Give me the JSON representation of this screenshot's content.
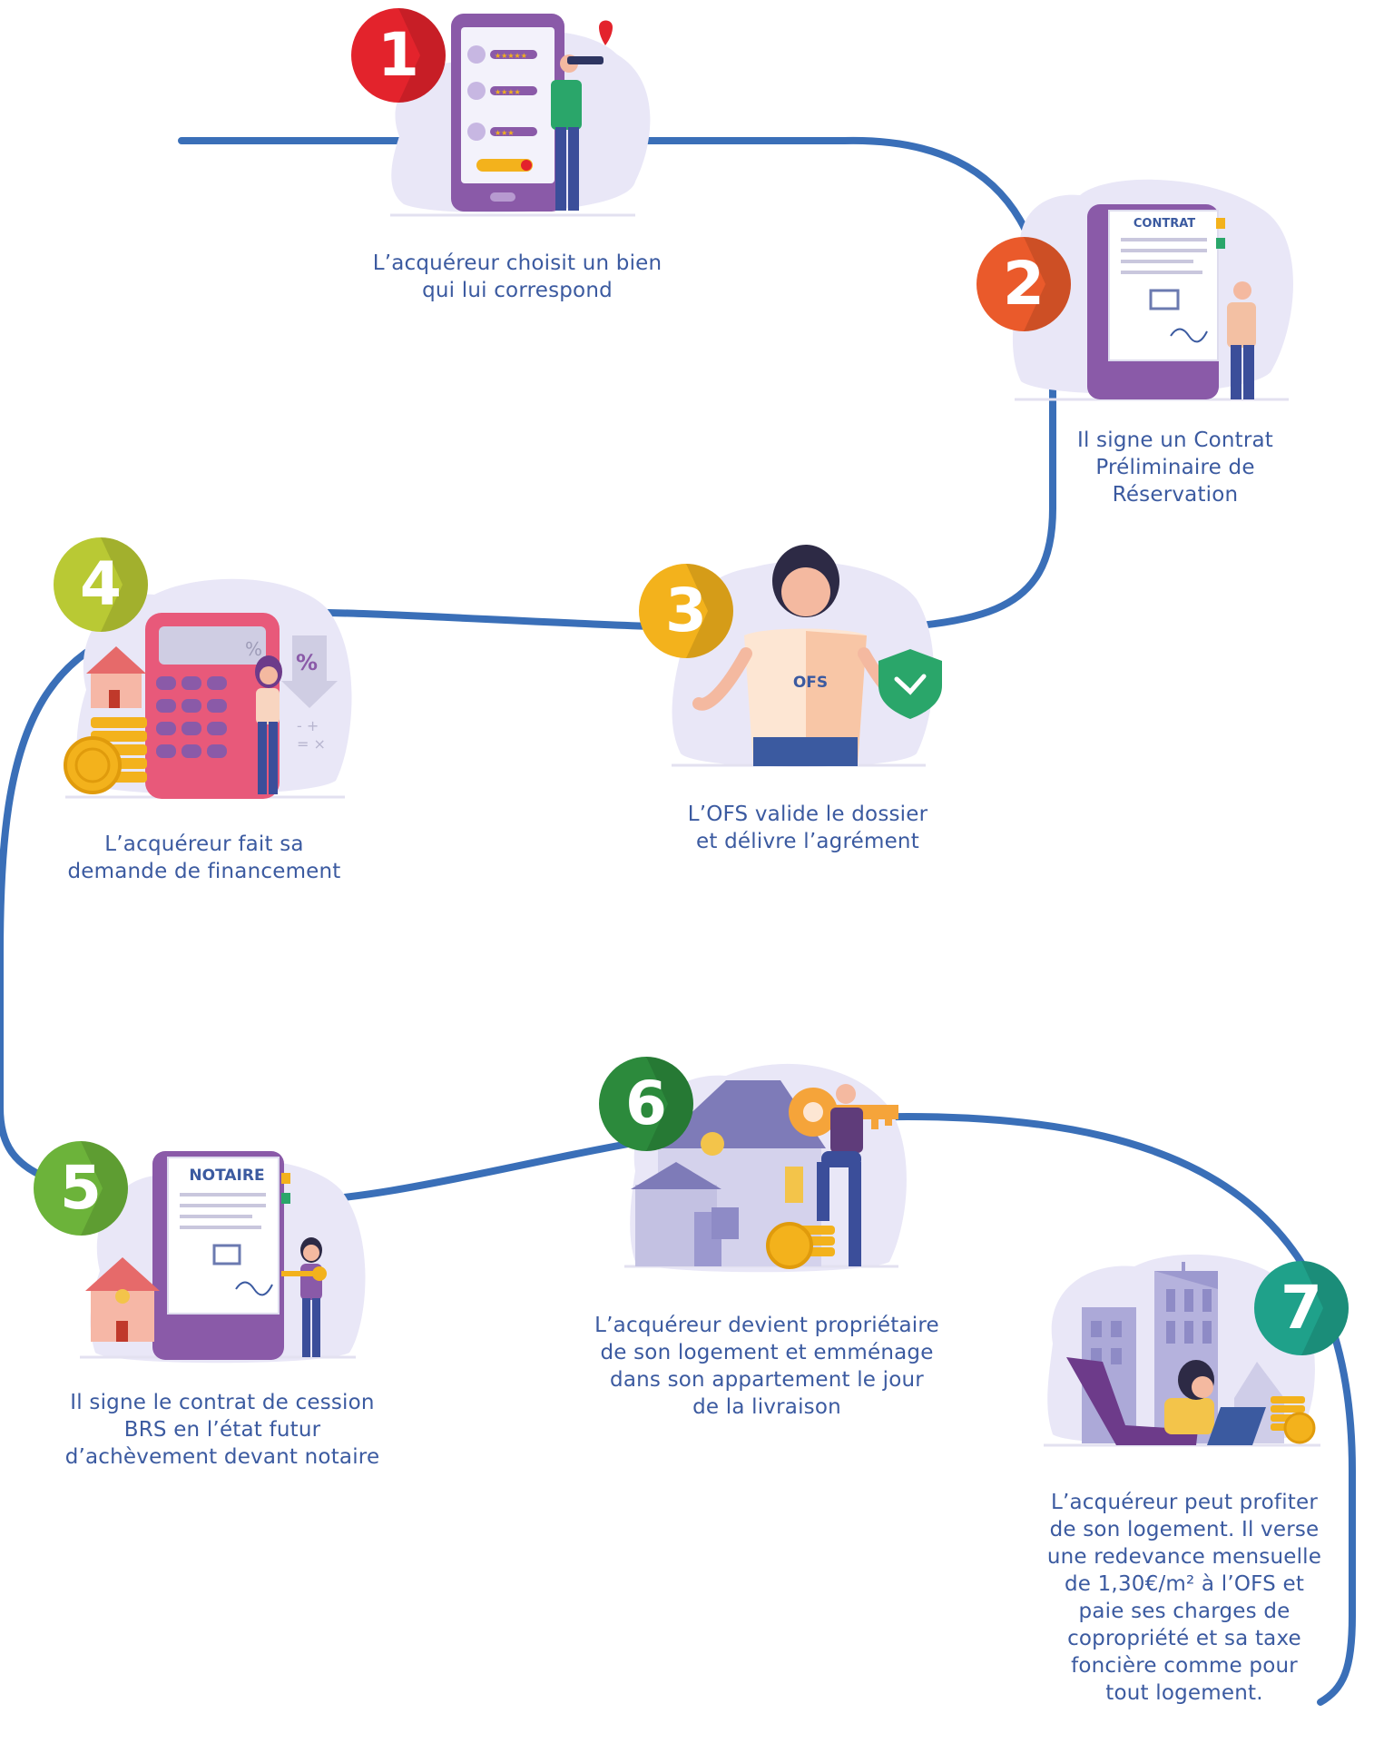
{
  "colors": {
    "path": "#3a6fb8",
    "text": "#3b5aa0",
    "badge1": "#e3232c",
    "badge2": "#ea5a2b",
    "badge3": "#f3b21c",
    "badge4": "#b9c934",
    "badge5": "#6cb33a",
    "badge6": "#2c8a3c",
    "badge7": "#1fa18a",
    "purple": "#8a5aa8",
    "lavender": "#e9e7f7"
  },
  "steps": [
    {
      "number": "1",
      "lines": [
        "L’acquéreur choisit un bien",
        "qui lui correspond"
      ],
      "icon": "phone-search-illustration"
    },
    {
      "number": "2",
      "lines": [
        "Il signe un Contrat",
        "Préliminaire de",
        "Réservation"
      ],
      "icon": "contract-illustration",
      "doc_title": "CONTRAT"
    },
    {
      "number": "3",
      "lines": [
        "L’OFS valide le dossier",
        "et délivre l’agrément"
      ],
      "icon": "ofs-agent-illustration",
      "shirt_label": "OFS"
    },
    {
      "number": "4",
      "lines": [
        "L’acquéreur fait sa",
        "demande de financement"
      ],
      "icon": "calculator-illustration"
    },
    {
      "number": "5",
      "lines": [
        "Il signe le contrat de cession",
        "BRS en l’état futur",
        "d’achèvement devant notaire"
      ],
      "icon": "notary-illustration",
      "doc_title": "NOTAIRE"
    },
    {
      "number": "6",
      "lines": [
        "L’acquéreur devient propriétaire",
        "de son logement et emménage",
        "dans son appartement le jour",
        "de la livraison"
      ],
      "icon": "house-key-illustration"
    },
    {
      "number": "7",
      "lines": [
        "L’acquéreur peut profiter",
        "de son logement. Il verse",
        "une redevance mensuelle",
        "de 1,30€/m² à l’OFS et",
        "paie ses charges de",
        "copropriété et sa taxe",
        "foncière comme pour",
        "tout logement."
      ],
      "icon": "relax-home-illustration"
    }
  ]
}
